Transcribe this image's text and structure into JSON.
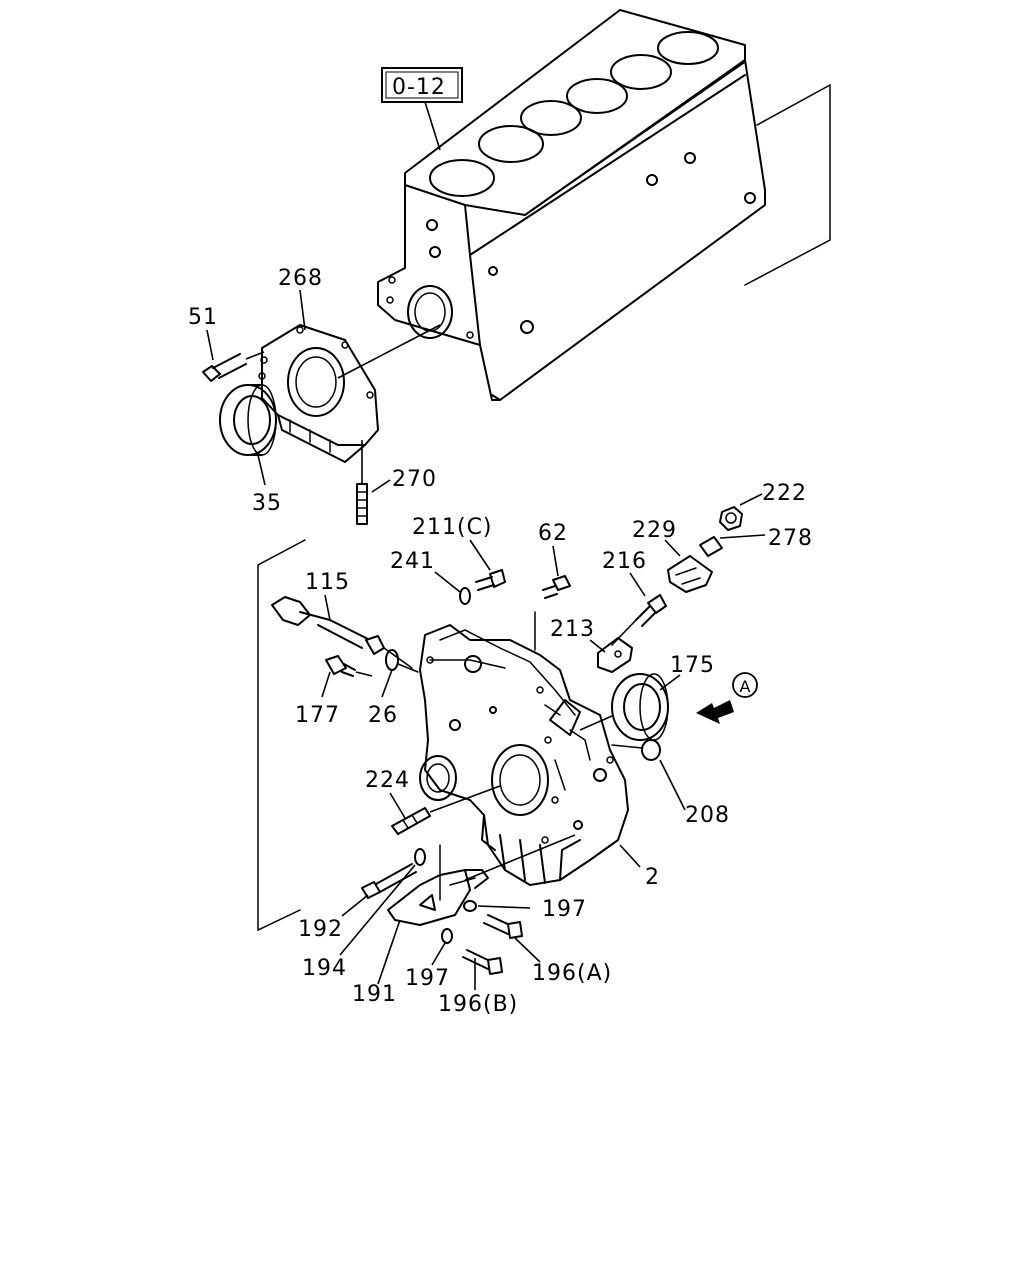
{
  "reference_box": "0-12",
  "view_marker": "A",
  "callouts": {
    "c268": "268",
    "c51": "51",
    "c35": "35",
    "c270": "270",
    "c222": "222",
    "c211c": "211(C)",
    "c62": "62",
    "c229": "229",
    "c278": "278",
    "c241": "241",
    "c216": "216",
    "c115": "115",
    "c213": "213",
    "c175": "175",
    "c177": "177",
    "c26": "26",
    "c224": "224",
    "c208": "208",
    "c2": "2",
    "c197a": "197",
    "c192": "192",
    "c194": "194",
    "c197b": "197",
    "c196a": "196(A)",
    "c191": "191",
    "c196b": "196(B)"
  }
}
